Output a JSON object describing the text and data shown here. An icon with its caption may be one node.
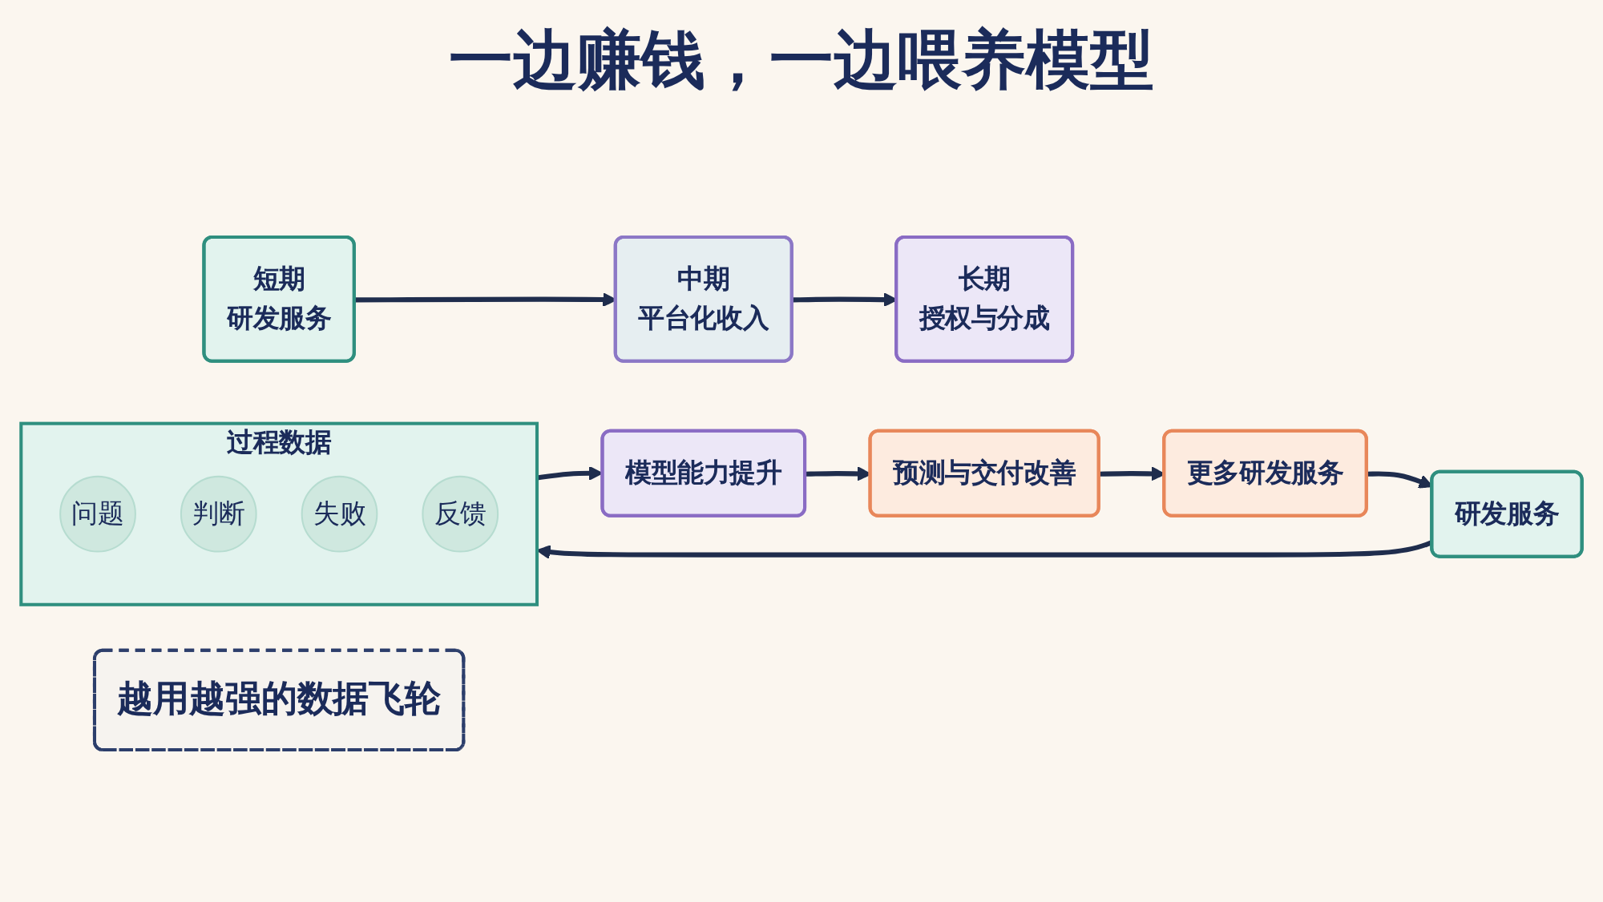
{
  "diagram": {
    "title": "一边赚钱，一边喂养模型",
    "nodes": [
      {
        "text": [
          "短期",
          "研发服务"
        ]
      },
      {
        "text": [
          "中期",
          "平台化收入"
        ]
      },
      {
        "text": [
          "长期",
          "授权与分成"
        ]
      },
      {
        "text": [
          "研发服务"
        ]
      },
      {
        "text": [
          "过程数据"
        ]
      },
      {
        "text": [
          "问题"
        ],
        "in": 4
      },
      {
        "text": [
          "判断"
        ],
        "in": 4
      },
      {
        "text": [
          "失败"
        ],
        "in": 4
      },
      {
        "text": [
          "反馈"
        ],
        "in": 4
      },
      {
        "text": [
          "模型能力提升"
        ]
      },
      {
        "text": [
          "预测与交付改善"
        ]
      },
      {
        "text": [
          "更多研发服务"
        ]
      },
      {
        "text": [
          "越用越强的数据飞轮"
        ]
      }
    ],
    "edges": [
      {
        "from": 0,
        "to": 1,
        "arrow": "to"
      },
      {
        "from": 1,
        "to": 2,
        "arrow": "to"
      },
      {
        "from": 3,
        "to": 4,
        "arrow": "to"
      },
      {
        "from": 4,
        "to": 9,
        "arrow": "to"
      },
      {
        "from": 9,
        "to": 10,
        "arrow": "to"
      },
      {
        "from": 10,
        "to": 11,
        "arrow": "to"
      },
      {
        "from": 11,
        "to": 3,
        "arrow": "to"
      }
    ]
  }
}
